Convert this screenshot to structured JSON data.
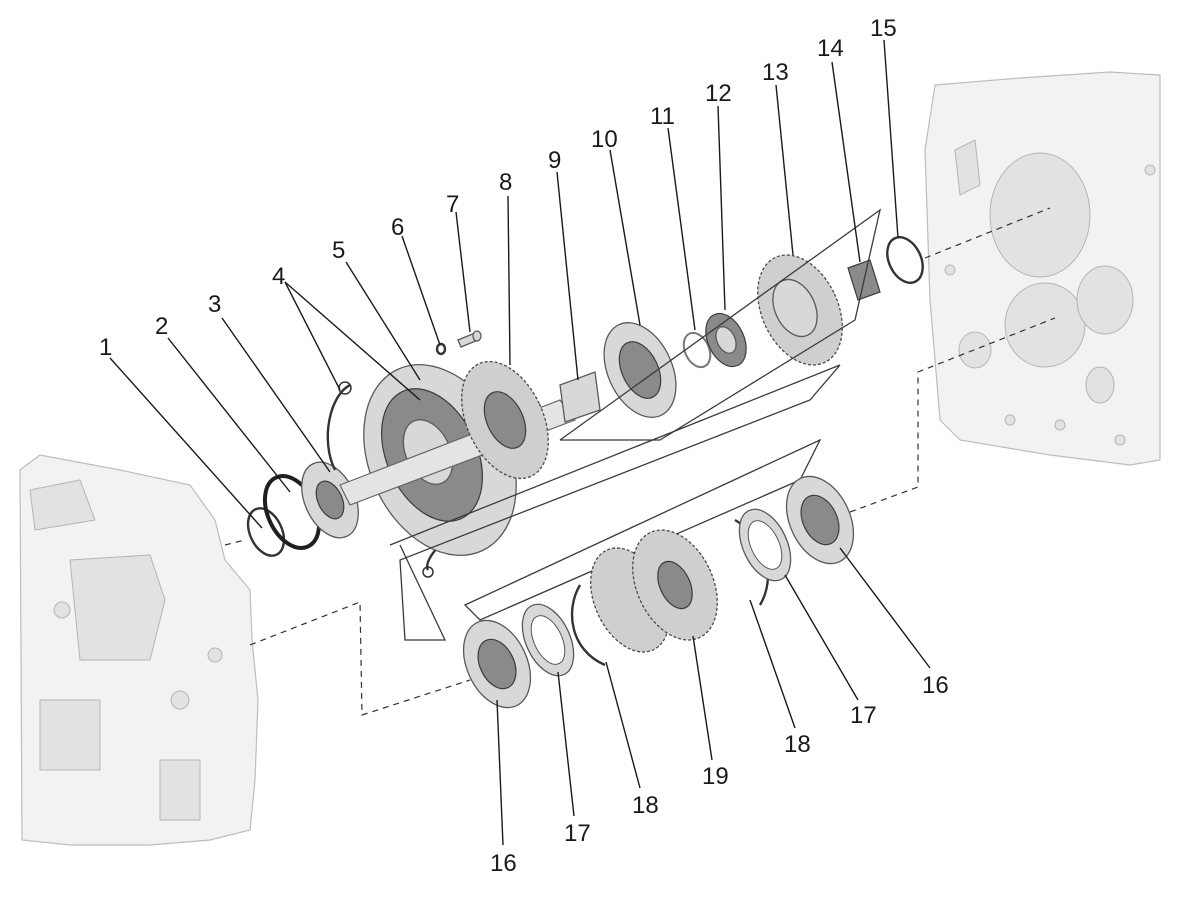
{
  "callouts": {
    "n1": "1",
    "n2": "2",
    "n3": "3",
    "n4": "4",
    "n5": "5",
    "n6": "6",
    "n7": "7",
    "n8": "8",
    "n9": "9",
    "n10": "10",
    "n11": "11",
    "n12": "12",
    "n13": "13",
    "n14": "14",
    "n15": "15",
    "n16a": "16",
    "n16b": "16",
    "n17a": "17",
    "n17b": "17",
    "n18a": "18",
    "n18b": "18",
    "n19": "19"
  }
}
